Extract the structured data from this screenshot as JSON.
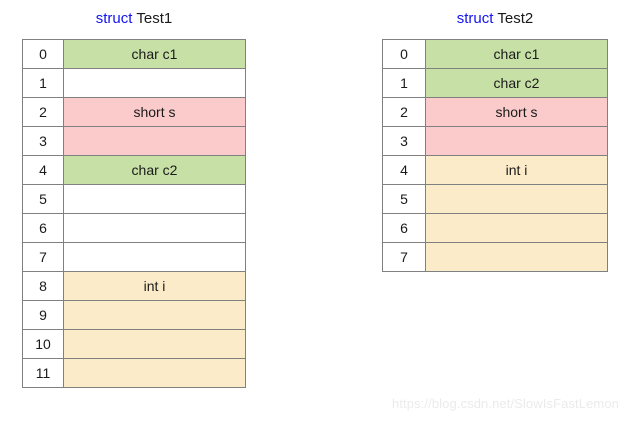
{
  "diagram": {
    "kind": "struct-memory-layout",
    "watermark": "https://blog.csdn.net/SlowIsFastLemon",
    "colors": {
      "keyword": "#1414f0",
      "name": "#1a1a1a",
      "border": "#808080",
      "green": "#c6e0a5",
      "pink": "#fbcbcb",
      "yellow": "#fcebc8",
      "empty": "#ffffff",
      "watermark": "#ebebeb"
    },
    "structs": [
      {
        "id": "test1",
        "keyword": "struct",
        "name": "Test1",
        "title": "struct Test1",
        "total_size": 12,
        "rows": [
          {
            "offset": "0",
            "label": "char c1",
            "fill": "green",
            "first_of_field": true
          },
          {
            "offset": "1",
            "label": "",
            "fill": "none",
            "first_of_field": true
          },
          {
            "offset": "2",
            "label": "short s",
            "fill": "pink",
            "first_of_field": true
          },
          {
            "offset": "3",
            "label": "",
            "fill": "pink",
            "first_of_field": false
          },
          {
            "offset": "4",
            "label": "char c2",
            "fill": "green",
            "first_of_field": true
          },
          {
            "offset": "5",
            "label": "",
            "fill": "none",
            "first_of_field": true
          },
          {
            "offset": "6",
            "label": "",
            "fill": "none",
            "first_of_field": true
          },
          {
            "offset": "7",
            "label": "",
            "fill": "none",
            "first_of_field": true
          },
          {
            "offset": "8",
            "label": "int i",
            "fill": "yellow",
            "first_of_field": true
          },
          {
            "offset": "9",
            "label": "",
            "fill": "yellow",
            "first_of_field": false
          },
          {
            "offset": "10",
            "label": "",
            "fill": "yellow",
            "first_of_field": false
          },
          {
            "offset": "11",
            "label": "",
            "fill": "yellow",
            "first_of_field": false
          }
        ]
      },
      {
        "id": "test2",
        "keyword": "struct",
        "name": "Test2",
        "title": "struct Test2",
        "total_size": 8,
        "rows": [
          {
            "offset": "0",
            "label": "char c1",
            "fill": "green",
            "first_of_field": true
          },
          {
            "offset": "1",
            "label": "char c2",
            "fill": "green",
            "first_of_field": true
          },
          {
            "offset": "2",
            "label": "short s",
            "fill": "pink",
            "first_of_field": true
          },
          {
            "offset": "3",
            "label": "",
            "fill": "pink",
            "first_of_field": false
          },
          {
            "offset": "4",
            "label": "int i",
            "fill": "yellow",
            "first_of_field": true
          },
          {
            "offset": "5",
            "label": "",
            "fill": "yellow",
            "first_of_field": false
          },
          {
            "offset": "6",
            "label": "",
            "fill": "yellow",
            "first_of_field": false
          },
          {
            "offset": "7",
            "label": "",
            "fill": "yellow",
            "first_of_field": false
          }
        ]
      }
    ]
  }
}
